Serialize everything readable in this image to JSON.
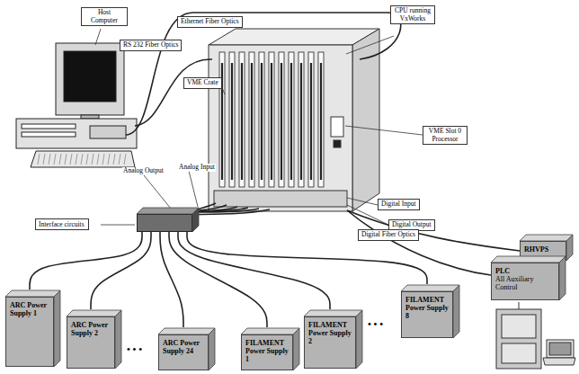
{
  "diagram": {
    "nodes": [
      {
        "text": [
          "Interface circuits"
        ]
      },
      {
        "text": [
          "ARC Power Supply 1"
        ]
      },
      {
        "text": [
          "ARC Power Supply 2"
        ]
      },
      {
        "text": [
          "ARC Power Supply 24"
        ]
      },
      {
        "text": [
          "FILAMENT Power Supply 1"
        ]
      },
      {
        "text": [
          "FILAMENT Power Supply 2"
        ]
      },
      {
        "text": [
          "FILAMENT Power Supply 8"
        ]
      },
      {
        "text": [
          "RHVPS"
        ]
      },
      {
        "text": [
          "PLC",
          "All Auxiliary Control"
        ]
      }
    ],
    "edges": [
      {
        "from": 0,
        "to": 1,
        "arrow": "none"
      },
      {
        "from": 0,
        "to": 2,
        "arrow": "none"
      },
      {
        "from": 0,
        "to": 3,
        "arrow": "none"
      },
      {
        "from": 0,
        "to": 4,
        "arrow": "none"
      },
      {
        "from": 0,
        "to": 5,
        "arrow": "none"
      },
      {
        "from": 0,
        "to": 6,
        "arrow": "none"
      }
    ],
    "labels": [
      "Host Computer",
      "Ethernet Fiber Optics",
      "RS 232 Fiber Optics",
      "CPU running VxWorks",
      "VME Crate",
      "VME Slot 0 Processor",
      "Analog Output",
      "Analog Input",
      "Digital Input",
      "Digital Output",
      "Digital Fiber Optics",
      "• • •",
      "• • •"
    ]
  }
}
